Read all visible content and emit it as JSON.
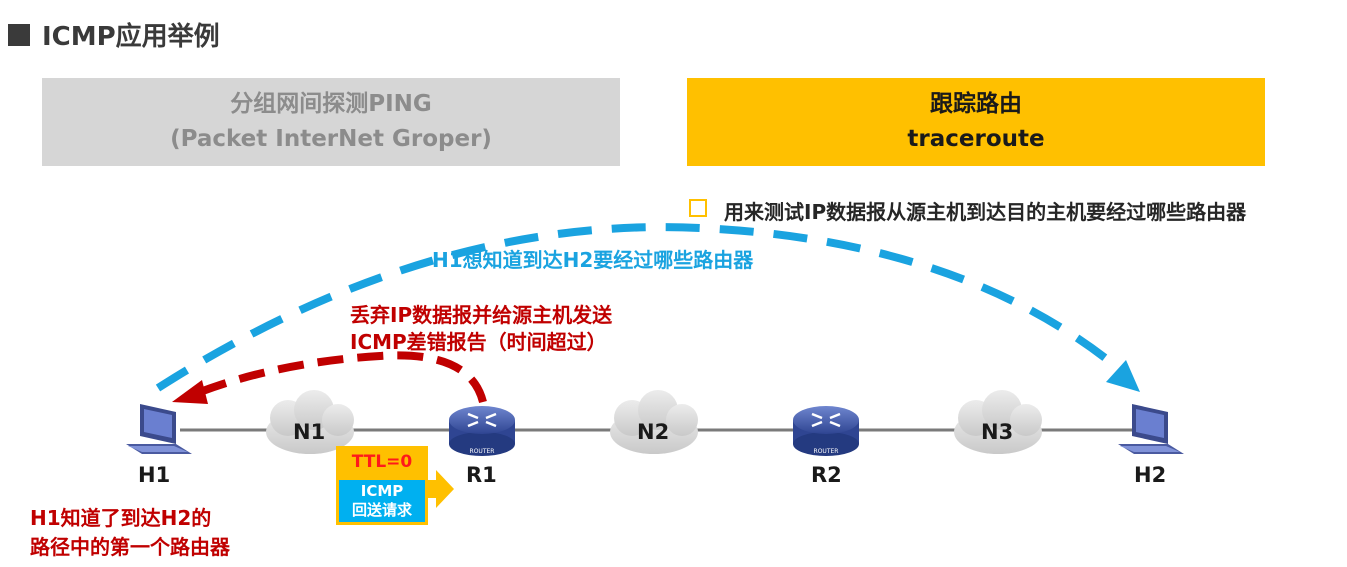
{
  "title": "ICMP应用举例",
  "ping_box": {
    "line1": "分组网间探测PING",
    "line2": "(Packet InterNet Groper)"
  },
  "traceroute_box": {
    "line1": "跟踪路由",
    "line2": "traceroute"
  },
  "bullet": "用来测试IP数据报从源主机到达目的主机要经过哪些路由器",
  "blue_annotation": "H1想知道到达H2要经过哪些路由器",
  "red_annotation": {
    "line1": "丢弃IP数据报并给源主机发送",
    "line2": "ICMP差错报告（时间超过）"
  },
  "bottom_note": {
    "line1": "H1知道了到达H2的",
    "line2": "路径中的第一个路由器"
  },
  "nodes": {
    "h1": "H1",
    "h2": "H2",
    "n1": "N1",
    "n2": "N2",
    "n3": "N3",
    "r1": "R1",
    "r2": "R2",
    "router_caption": "ROUTER"
  },
  "packet": {
    "ttl": "TTL=0",
    "icmp_line1": "ICMP",
    "icmp_line2": "回送请求"
  },
  "colors": {
    "blue_arc": "#1aa3e0",
    "red_arc": "#c00000",
    "accent": "#ffc000",
    "router": "#3a55a8"
  },
  "icons": {
    "host": "computer-icon",
    "router": "router-icon",
    "network": "cloud-icon"
  }
}
